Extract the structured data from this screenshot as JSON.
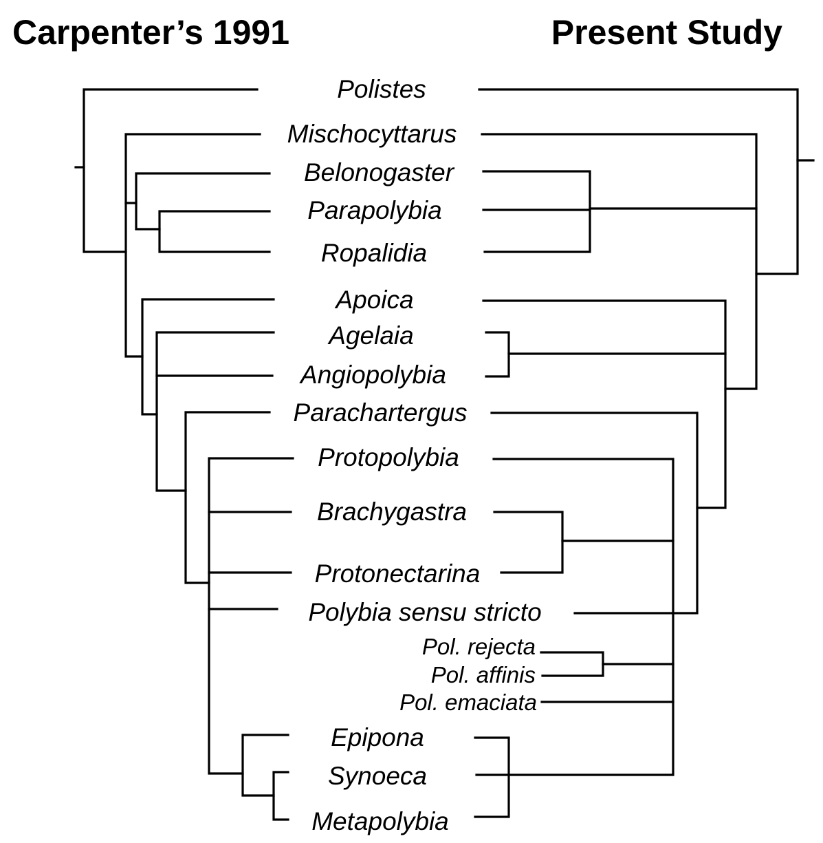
{
  "headings": {
    "left": "Carpenter’s 1991",
    "right": "Present Study"
  },
  "taxa": [
    {
      "key": "polistes",
      "label": "Polistes"
    },
    {
      "key": "mischocyttarus",
      "label": "Mischocyttarus"
    },
    {
      "key": "belonogaster",
      "label": "Belonogaster"
    },
    {
      "key": "parapolybia",
      "label": "Parapolybia"
    },
    {
      "key": "ropalidia",
      "label": "Ropalidia"
    },
    {
      "key": "apoica",
      "label": "Apoica"
    },
    {
      "key": "agelaia",
      "label": "Agelaia"
    },
    {
      "key": "angiopolybia",
      "label": "Angiopolybia"
    },
    {
      "key": "parachartergus",
      "label": "Parachartergus"
    },
    {
      "key": "protopolybia",
      "label": "Protopolybia"
    },
    {
      "key": "brachygastra",
      "label": "Brachygastra"
    },
    {
      "key": "protonectarina",
      "label": "Protonectarina"
    },
    {
      "key": "polybia-sensu-stricto",
      "label": "Polybia sensu stricto"
    },
    {
      "key": "pol-rejecta",
      "label": "Pol. rejecta"
    },
    {
      "key": "pol-affinis",
      "label": "Pol. affinis"
    },
    {
      "key": "pol-emaciata",
      "label": "Pol. emaciata"
    },
    {
      "key": "epipona",
      "label": "Epipona"
    },
    {
      "key": "synoeca",
      "label": "Synoeca"
    },
    {
      "key": "metapolybia",
      "label": "Metapolybia"
    }
  ],
  "colors": {
    "line": "#000000",
    "text": "#000000",
    "background": "#ffffff"
  }
}
